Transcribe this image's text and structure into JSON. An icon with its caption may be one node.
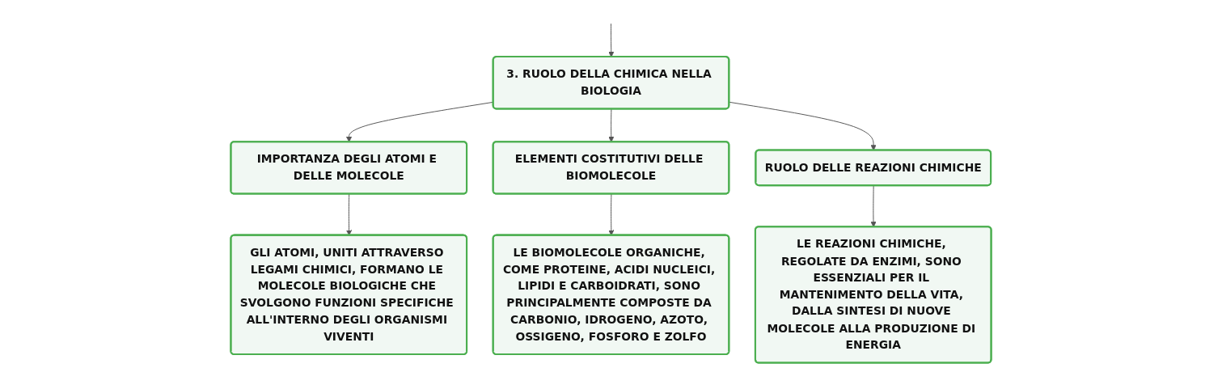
{
  "diagram": {
    "nodes": [
      {
        "text": [
          "3. RUOLO DELLA CHIMICA NELLA BIOLOGIA"
        ]
      },
      {
        "text": [
          "IMPORTANZA DEGLI ATOMI E DELLE MOLECOLE"
        ]
      },
      {
        "text": [
          "ELEMENTI COSTITUTIVI DELLE BIOMOLECOLE"
        ]
      },
      {
        "text": [
          "RUOLO DELLE REAZIONI CHIMICHE"
        ]
      },
      {
        "text": [
          "GLI ATOMI, UNITI ATTRAVERSO LEGAMI CHIMICI, FORMANO LE MOLECOLE BIOLOGICHE CHE SVOLGONO FUNZIONI SPECIFICHE ALL'INTERNO DEGLI ORGANISMI VIVENTI"
        ]
      },
      {
        "text": [
          "LE BIOMOLECOLE ORGANICHE, COME PROTEINE, ACIDI NUCLEICI, LIPIDI E CARBOIDRATI, SONO PRINCIPALMENTE COMPOSTE DA CARBONIO, IDROGENO, AZOTO, OSSIGENO, FOSFORO E ZOLFO"
        ]
      },
      {
        "text": [
          "LE REAZIONI CHIMICHE, REGOLATE DA ENZIMI, SONO ESSENZIALI PER IL MANTENIMENTO DELLA VITA, DALLA SINTESI DI NUOVE MOLECOLE ALLA PRODUZIONE DI ENERGIA"
        ]
      }
    ],
    "edges": [
      {
        "from": null,
        "to": 0,
        "arrow": "to"
      },
      {
        "from": 0,
        "to": 1,
        "arrow": "to"
      },
      {
        "from": 0,
        "to": 2,
        "arrow": "to"
      },
      {
        "from": 0,
        "to": 3,
        "arrow": "to"
      },
      {
        "from": 1,
        "to": 4,
        "arrow": "to"
      },
      {
        "from": 2,
        "to": 5,
        "arrow": "to"
      },
      {
        "from": 3,
        "to": 6,
        "arrow": "to"
      }
    ]
  }
}
